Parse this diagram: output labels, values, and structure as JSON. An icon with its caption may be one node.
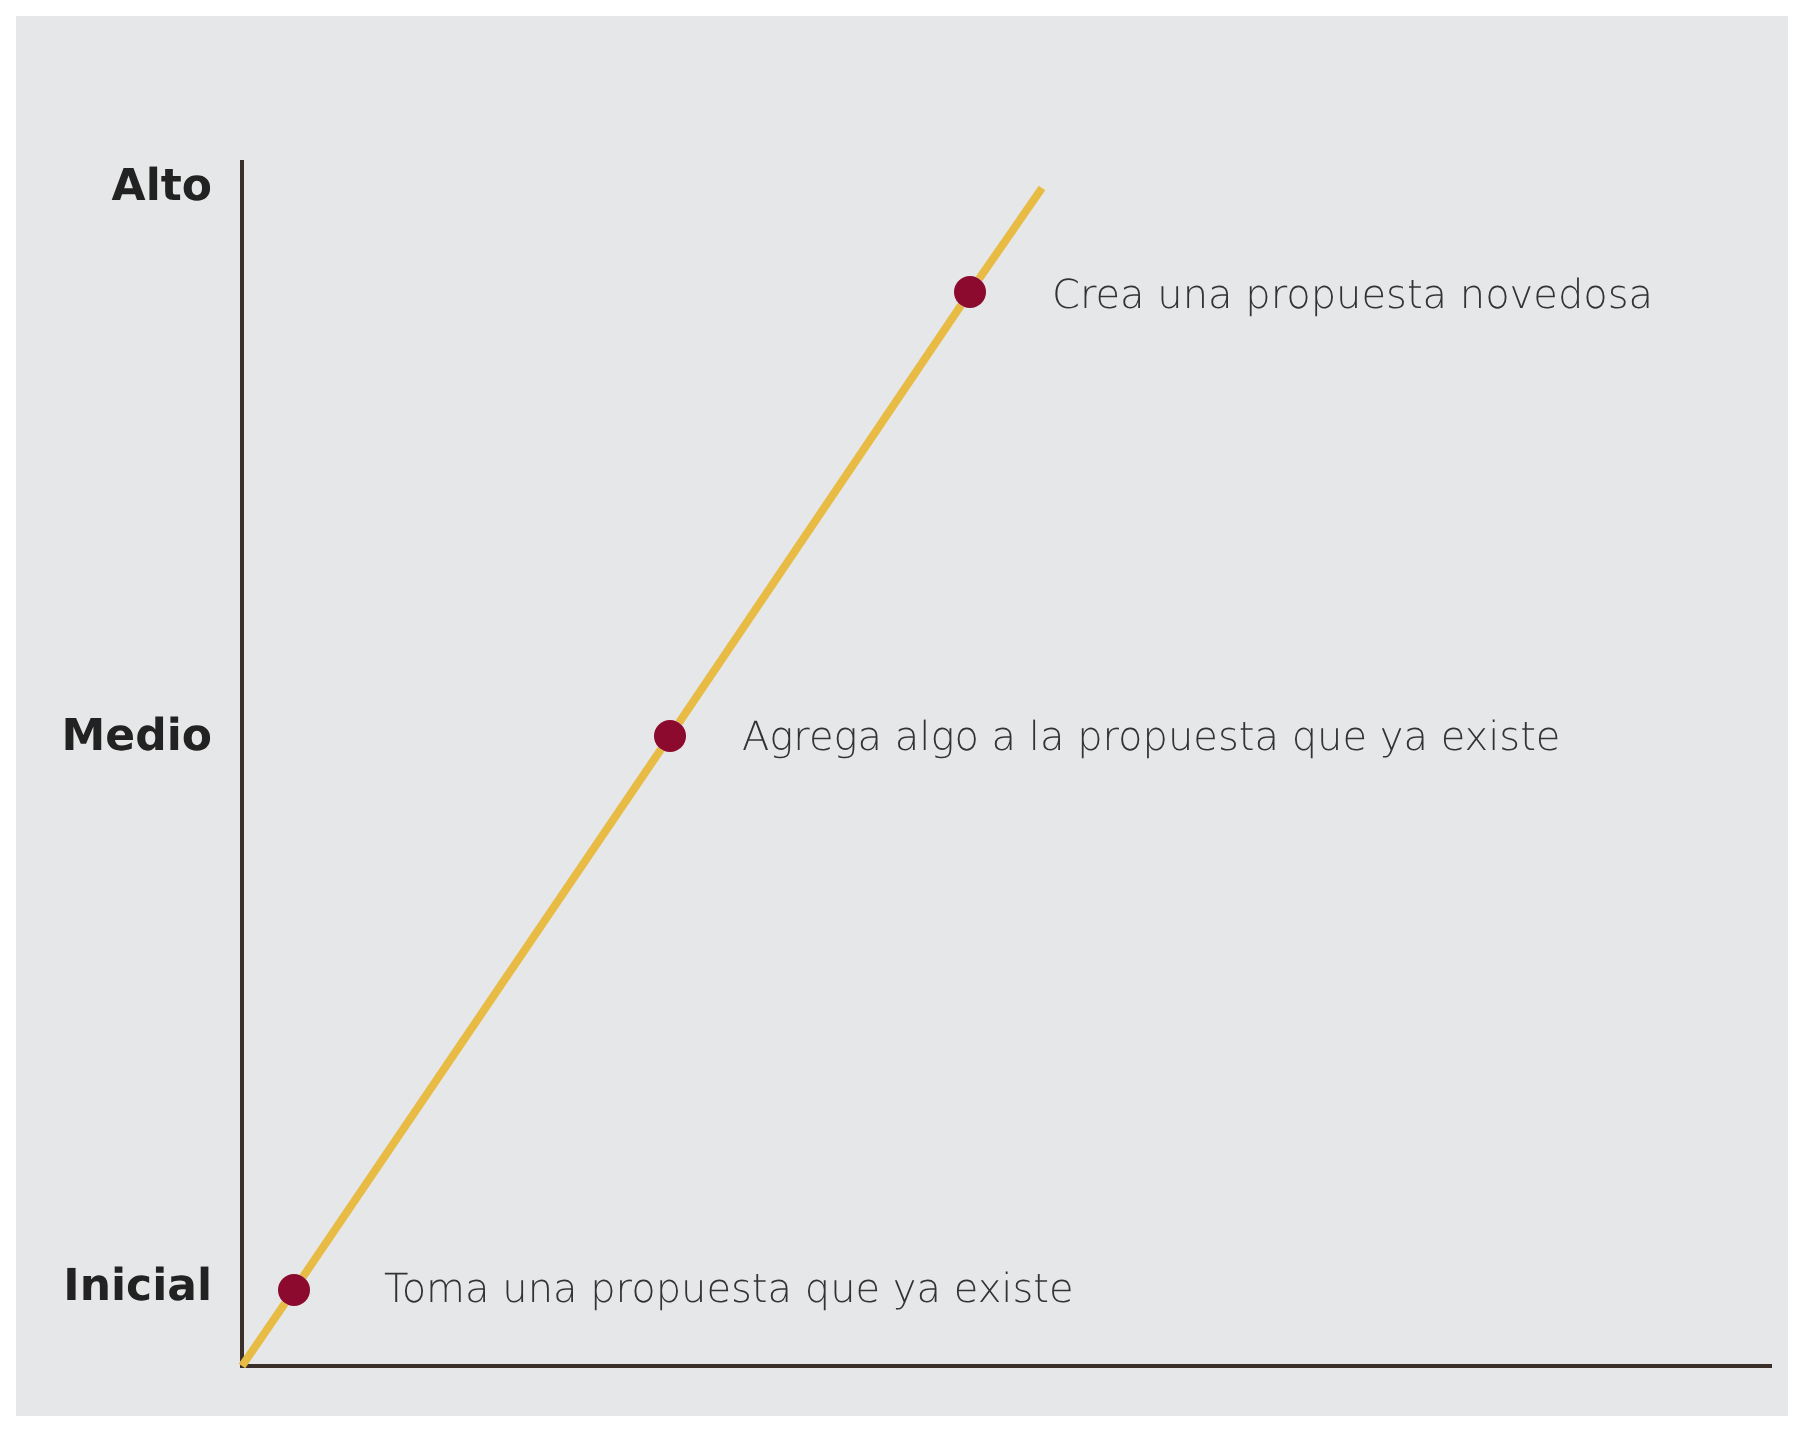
{
  "diagram": {
    "nodes": [
      {
        "text": [],
        "shape": "circle",
        "beside": [
          "Toma una propuesta que ya existe"
        ]
      },
      {
        "text": [],
        "shape": "circle",
        "beside": [
          "Agrega algo a la propuesta que ya existe"
        ]
      },
      {
        "text": [],
        "shape": "circle",
        "beside": [
          "Crea una propuesta novedosa"
        ]
      }
    ],
    "edges": [
      {
        "from": 0,
        "to": 1,
        "arrow": "none"
      },
      {
        "from": 1,
        "to": 2,
        "arrow": "none"
      }
    ],
    "labels": [
      "Alto",
      "Medio",
      "Inicial"
    ]
  }
}
